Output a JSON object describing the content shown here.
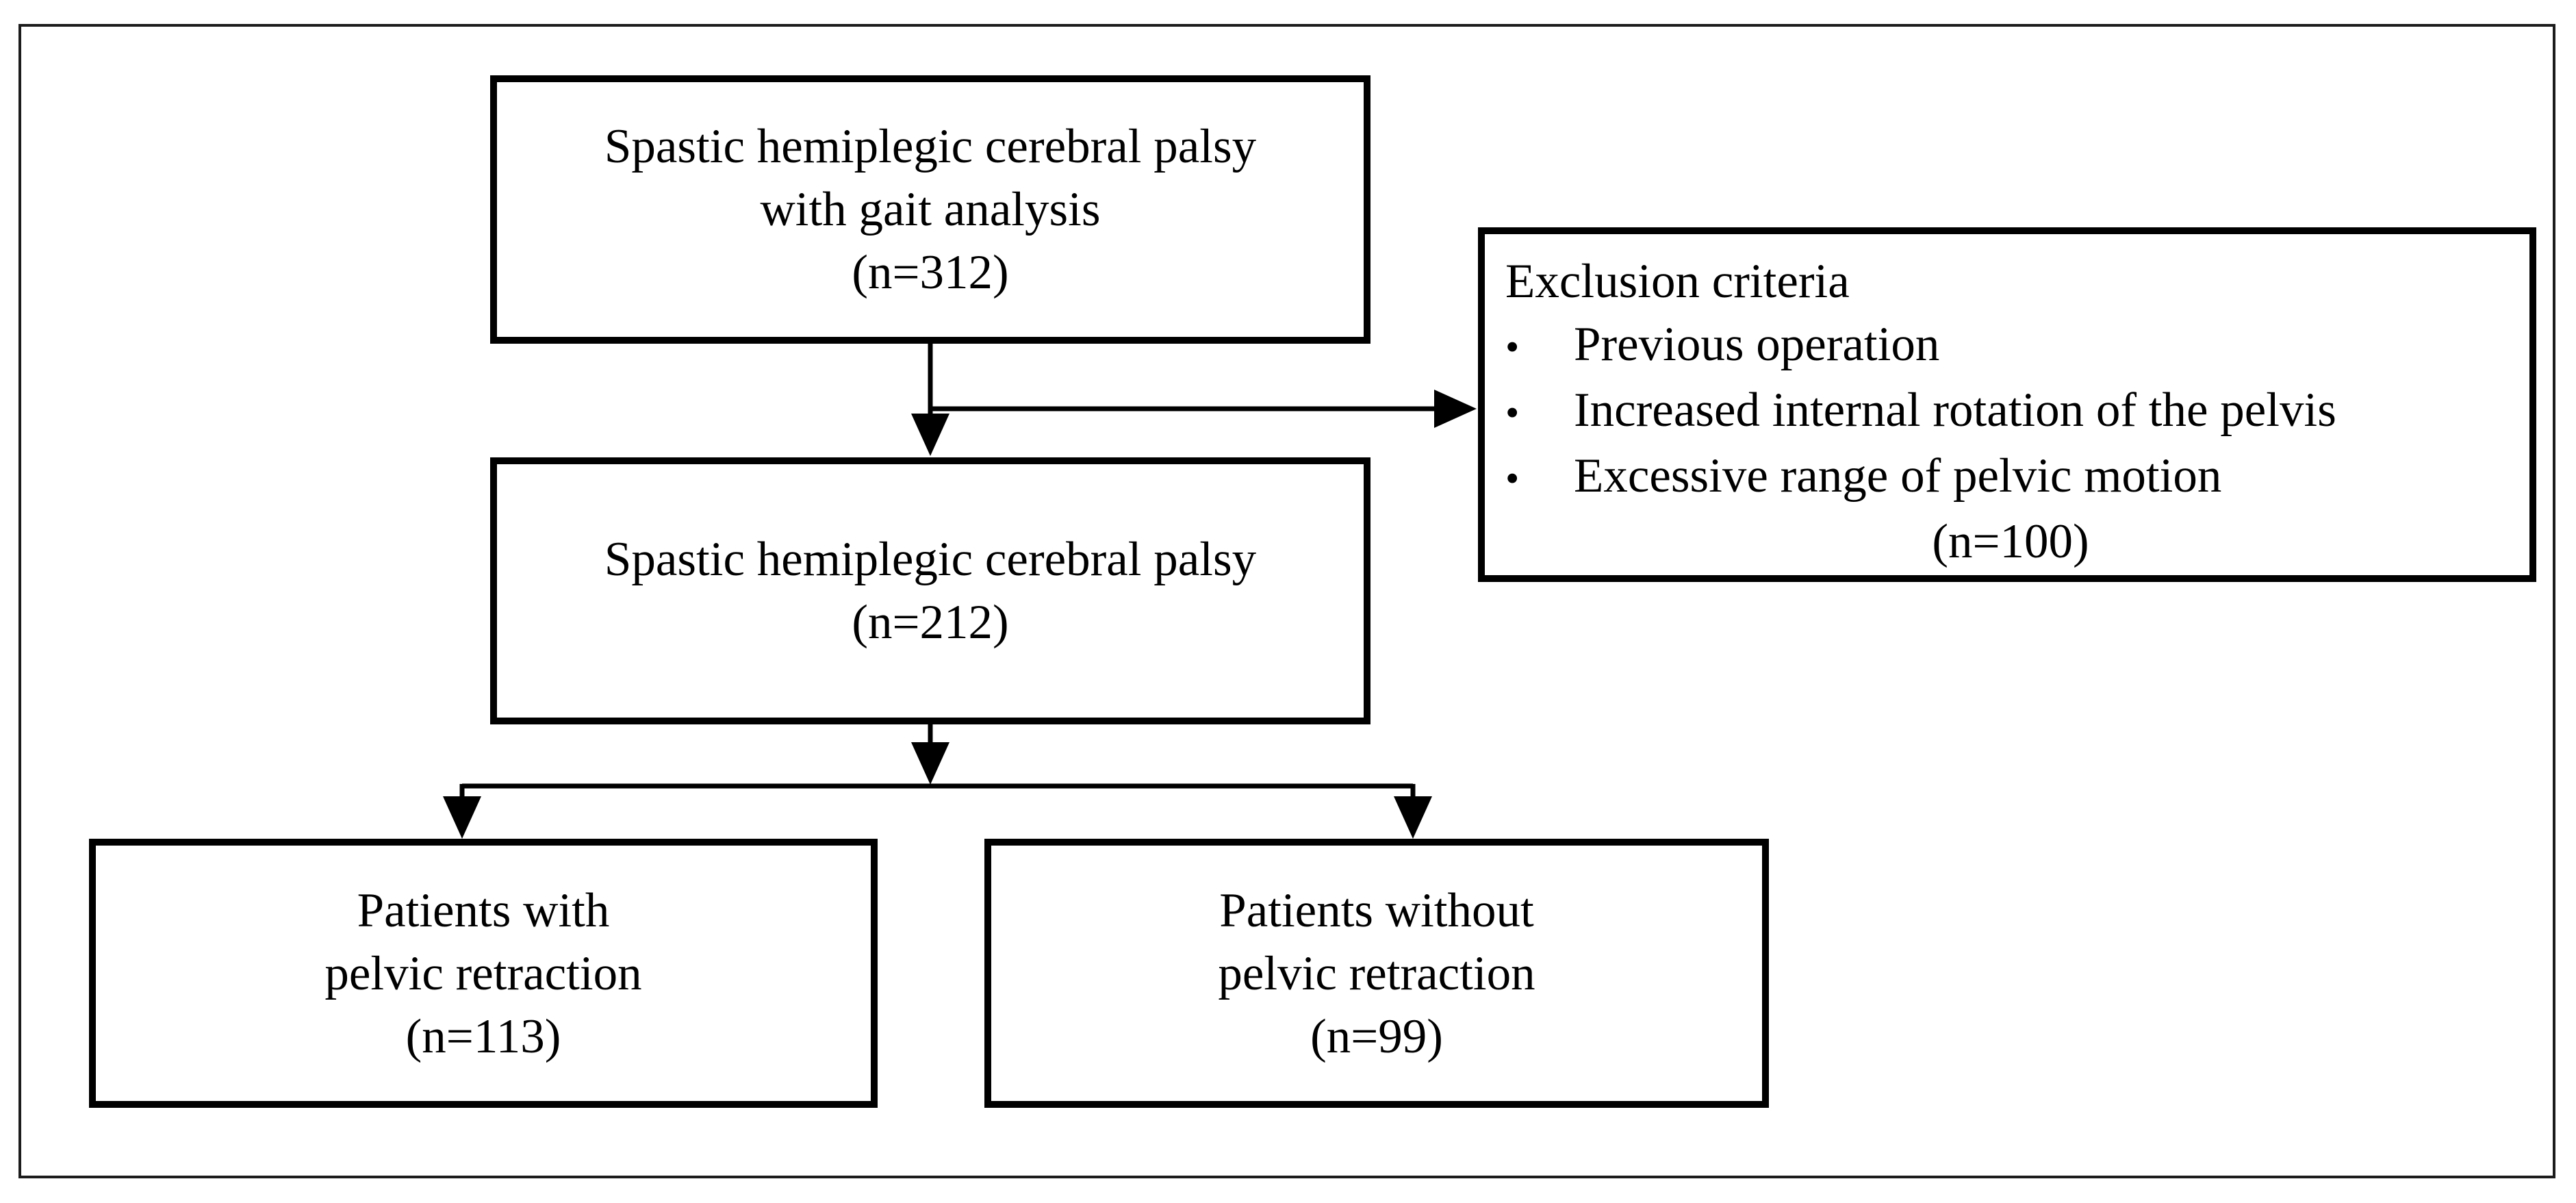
{
  "figure": {
    "background": "#ffffff",
    "box_border_color": "#000000",
    "frame_border_color": "#1c1c1c",
    "text_color": "#000000",
    "connector_color": "#000000"
  },
  "boxes": {
    "top": {
      "lines": [
        "Spastic hemiplegic cerebral palsy",
        "with gait analysis",
        "(n=312)"
      ]
    },
    "exclusion": {
      "title": "Exclusion criteria",
      "bullet_glyph": "•",
      "bullets": [
        "Previous operation",
        "Increased internal rotation of the pelvis",
        "Excessive range of pelvic motion"
      ],
      "count": "(n=100)"
    },
    "middle": {
      "lines": [
        "Spastic hemiplegic cerebral palsy",
        "(n=212)"
      ]
    },
    "bottom_left": {
      "lines": [
        "Patients with",
        "pelvic retraction",
        "(n=113)"
      ]
    },
    "bottom_right": {
      "lines": [
        "Patients without",
        "pelvic retraction",
        "(n=99)"
      ]
    }
  }
}
